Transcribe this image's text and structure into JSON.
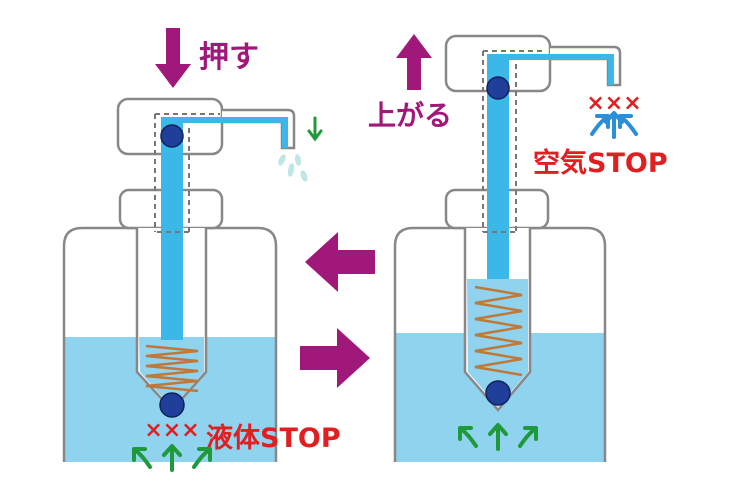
{
  "colors": {
    "liquid": "#8fd3ef",
    "tube": "#3bb8e8",
    "outline": "#888888",
    "arrow_purple": "#a0187a",
    "arrow_green": "#1f9a3a",
    "arrow_blue": "#2a8fd8",
    "stop_red": "#e02020",
    "spring": "#c0783a",
    "ball": "#1f3f9a",
    "spray": "#bfe6e6"
  },
  "left_pump": {
    "action_label": "押す",
    "stop_label": "液体STOP",
    "stop_marks": "×××"
  },
  "right_pump": {
    "action_label": "上がる",
    "stop_label": "空気STOP",
    "stop_marks": "×××"
  }
}
